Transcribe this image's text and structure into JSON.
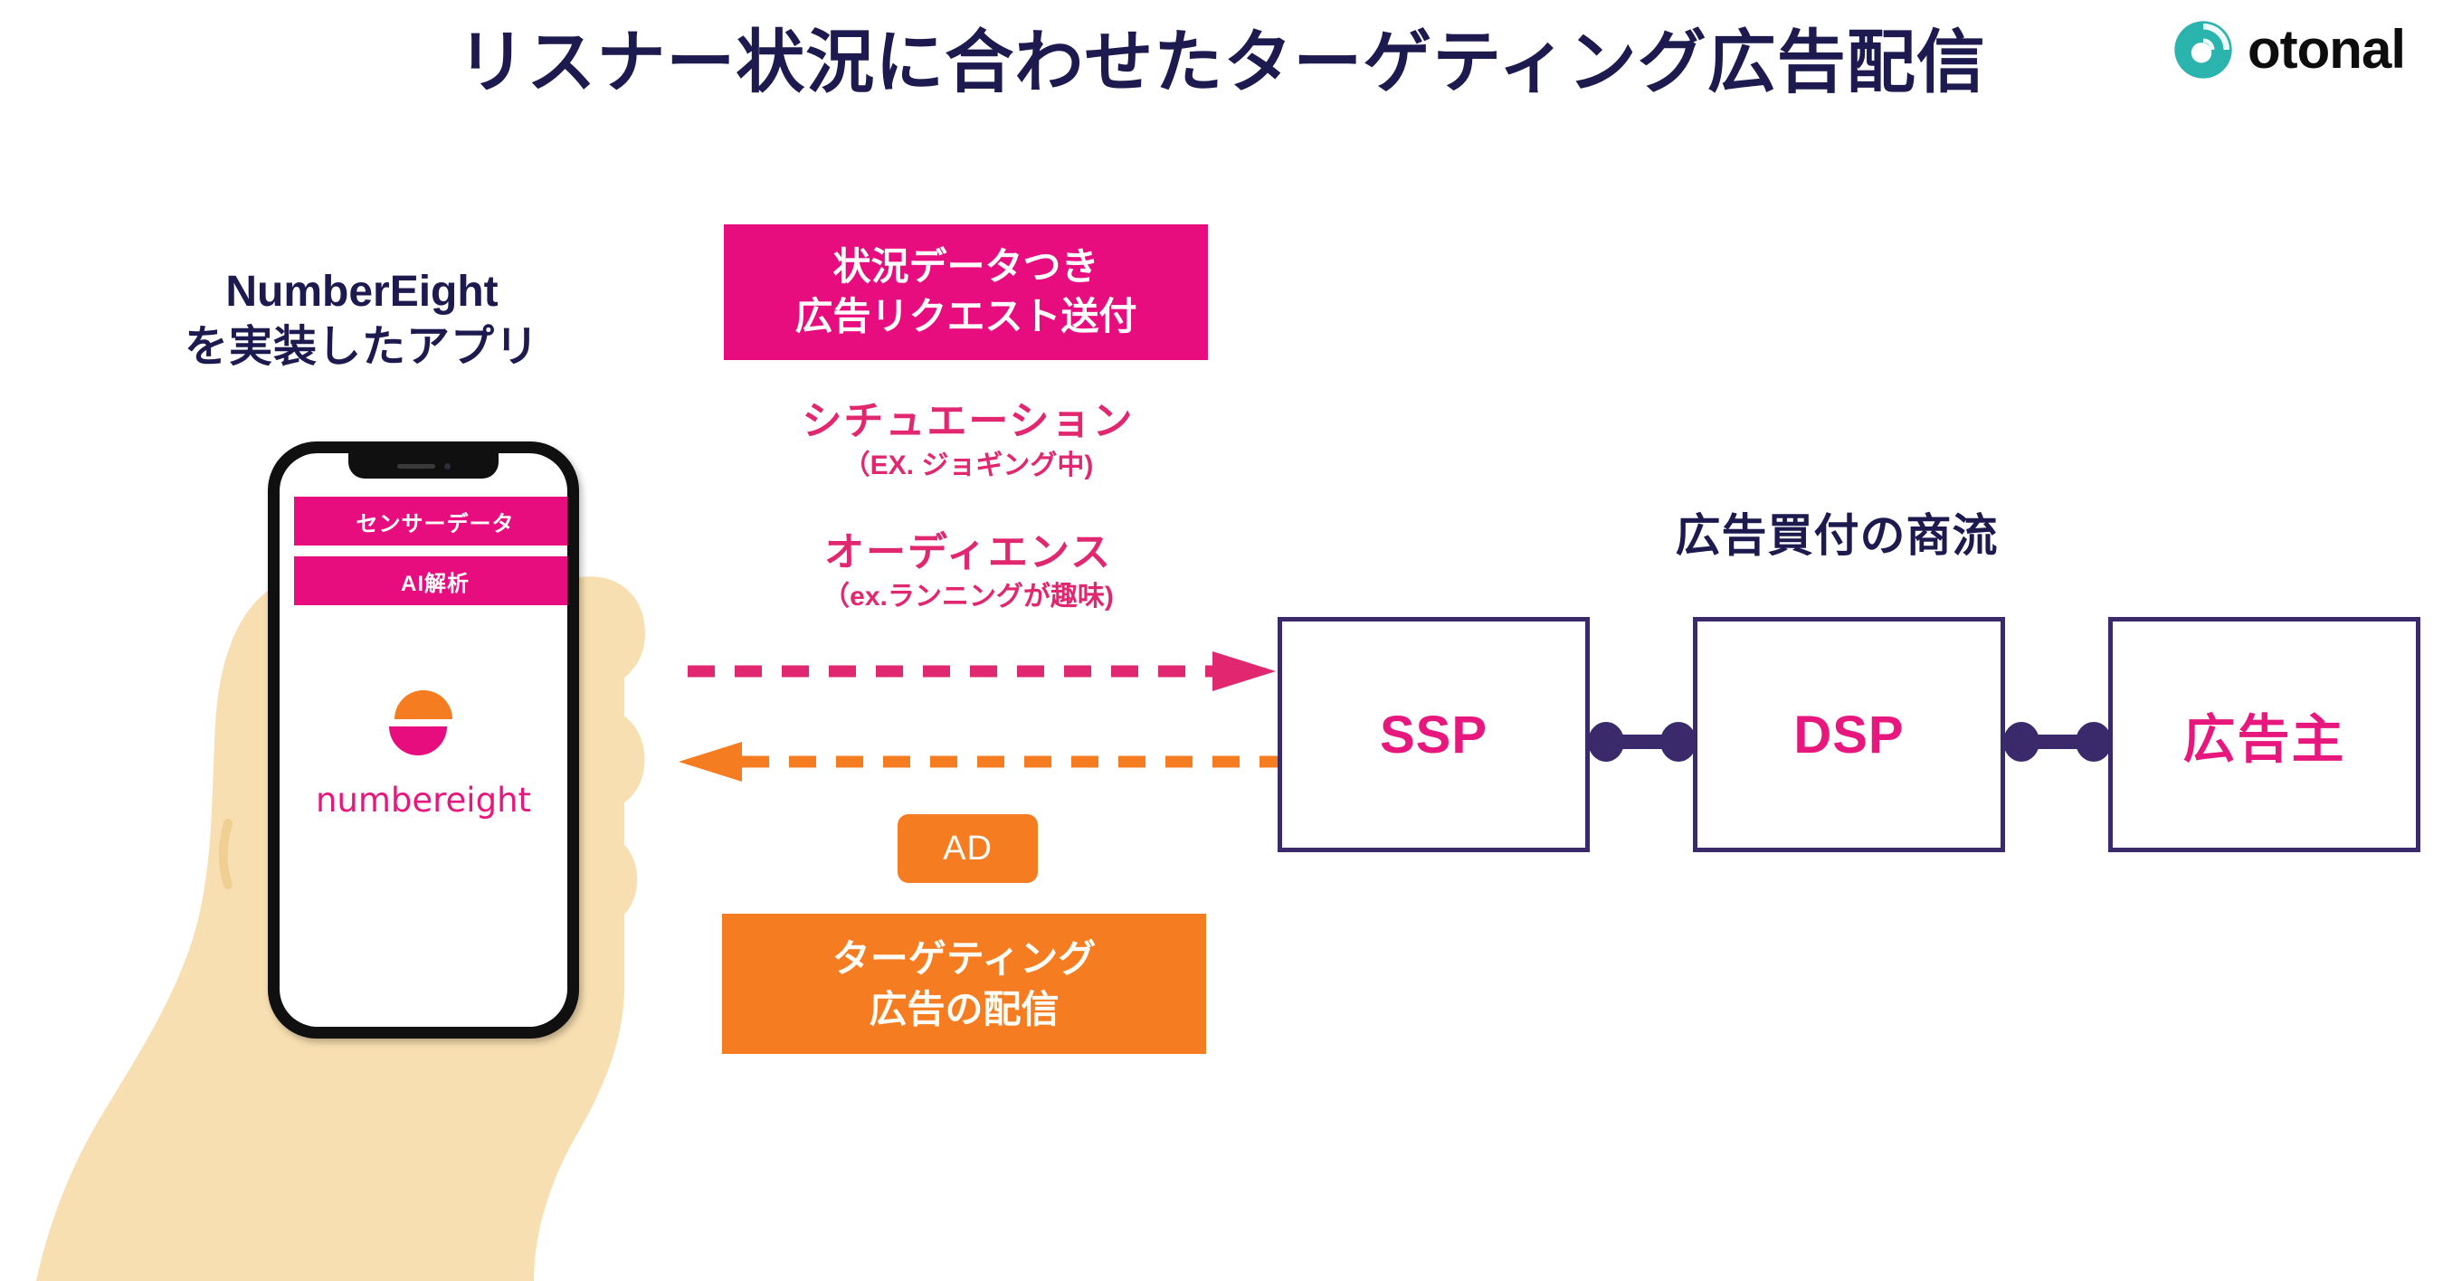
{
  "page": {
    "title": "リスナー状況に合わせたターゲティング広告配信",
    "background_color": "#ffffff"
  },
  "brand": {
    "logo_name": "otonal",
    "logo_mark_color": "#2bb3ad",
    "logo_text_color": "#0d0d0d"
  },
  "colors": {
    "navy": "#1c1a4e",
    "pink": "#e80d7e",
    "pink_text": "#e1276f",
    "orange": "#f57c20",
    "purple": "#3b2a6b",
    "skin": "#f8dfb1",
    "white": "#ffffff"
  },
  "left_section": {
    "caption_line1": "NumberEight",
    "caption_line2": "を実装したアプリ",
    "phone": {
      "bar_sensor": "センサーデータ",
      "bar_ai": "AI解析",
      "app_logo_name": "numbereight",
      "app_logo_top_color": "#f57c20",
      "app_logo_bottom_color": "#e80d7e"
    }
  },
  "middle_section": {
    "request_banner": {
      "line1": "状況データつき",
      "line2": "広告リクエスト送付",
      "background": "#e80d7e"
    },
    "annotations": [
      {
        "head": "シチュエーション",
        "sub": "（EX. ジョギング中)"
      },
      {
        "head": "オーディエンス",
        "sub": "（ex.ランニングが趣味)"
      }
    ],
    "ad_badge_label": "AD",
    "delivery_banner": {
      "line1": "ターゲティング",
      "line2": "広告の配信",
      "background": "#f57c20"
    },
    "arrows": {
      "request_direction": "right",
      "request_color": "#e1276f",
      "delivery_direction": "left",
      "delivery_color": "#f57c20"
    }
  },
  "right_section": {
    "heading": "広告買付の商流",
    "boxes": [
      {
        "label": "SSP"
      },
      {
        "label": "DSP"
      },
      {
        "label": "広告主"
      }
    ]
  }
}
